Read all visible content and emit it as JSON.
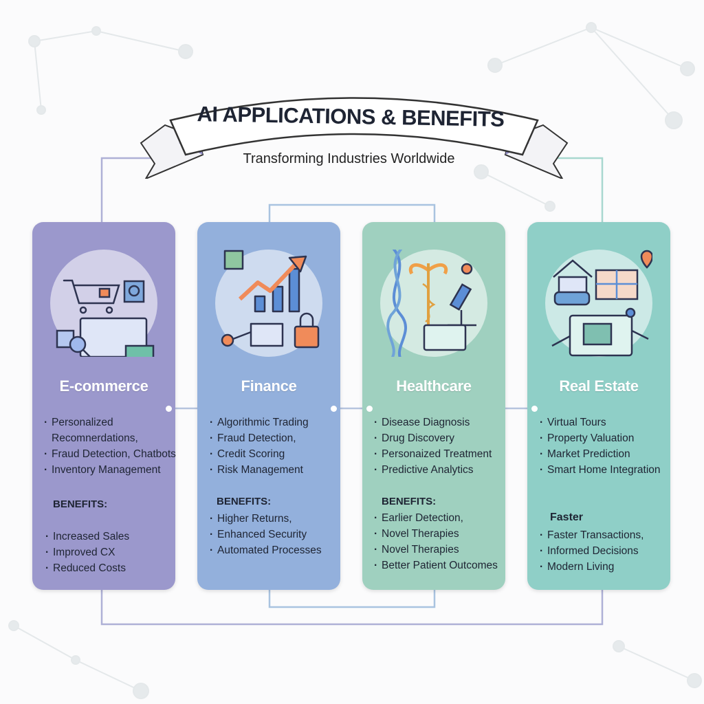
{
  "header": {
    "title": "AI APPLICATIONS & BENEFITS",
    "subtitle": "Transforming Industries Worldwide"
  },
  "colors": {
    "ecommerce": "#9b98cc",
    "finance": "#93b0dc",
    "healthcare": "#9fd0bf",
    "real_estate": "#8fcfc7",
    "connector": "#a9afd3"
  },
  "cards": [
    {
      "title": "E-commerce",
      "icon": "shopping-cart-icon",
      "applications": [
        "Personalized Recomnerdations,",
        "Fraud Detection, Chatbots",
        "Inventory Management"
      ],
      "benefits_heading": "BENEFITS:",
      "benefits": [
        "Increased Sales",
        "Improved CX",
        "Reduced Costs"
      ]
    },
    {
      "title": "Finance",
      "icon": "growth-chart-icon",
      "applications": [
        "Algorithmic Trading",
        "Fraud Detection,",
        "Credit Scoring",
        "Risk Management"
      ],
      "benefits_heading": "BENEFITS:",
      "benefits": [
        "Higher Returns,",
        "Enhanced Security",
        "Automated Processes"
      ]
    },
    {
      "title": "Healthcare",
      "icon": "dna-caduceus-icon",
      "applications": [
        "Disease Diagnosis",
        "Drug Discovery",
        "Personaized Treatment",
        "Predictive Analytics"
      ],
      "benefits_heading": "BENEFITS:",
      "benefits": [
        "Earlier Detection,",
        "Novel Therapies",
        "Novel Therapies",
        "Better Patient Outcomes"
      ]
    },
    {
      "title": "Real Estate",
      "icon": "house-vr-icon",
      "applications": [
        "Virtual Tours",
        "Property Valuation",
        "Market Prediction",
        "Smart Home Integration"
      ],
      "benefits_heading": "Faster",
      "benefits": [
        "Faster Transactions,",
        "Informed Decisions",
        "Modern Living"
      ]
    }
  ]
}
